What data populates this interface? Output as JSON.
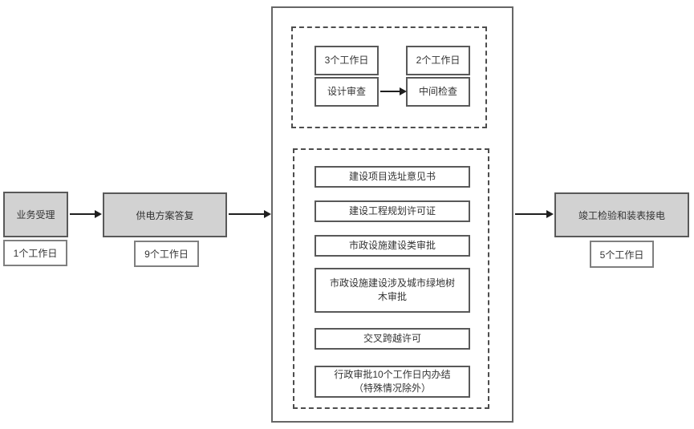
{
  "colors": {
    "background": "#ffffff",
    "box_fill": "#d2d2d2",
    "box_border": "#595959",
    "label_border": "#7f7f7f",
    "container_border": "#666666",
    "dashed_border": "#4d4d4d",
    "arrow": "#1f1f1f",
    "text": "#333333"
  },
  "flow": {
    "stages": [
      {
        "label": "业务受理",
        "duration": "1个工作日"
      },
      {
        "label": "供电方案答复",
        "duration": "9个工作日"
      },
      {
        "label": "竣工检验和装表接电",
        "duration": "5个工作日"
      }
    ]
  },
  "construction_phase": {
    "inspection_group": {
      "design_review": {
        "duration": "3个工作日",
        "label": "设计审查"
      },
      "interim_check": {
        "duration": "2个工作日",
        "label": "中间检查"
      }
    },
    "approval_group": {
      "items": [
        "建设项目选址意见书",
        "建设工程规划许可证",
        "市政设施建设类审批",
        "市政设施建设涉及城市绿地树\n木审批",
        "交叉跨越许可",
        "行政审批10个工作日内办结\n（特殊情况除外）"
      ]
    }
  }
}
